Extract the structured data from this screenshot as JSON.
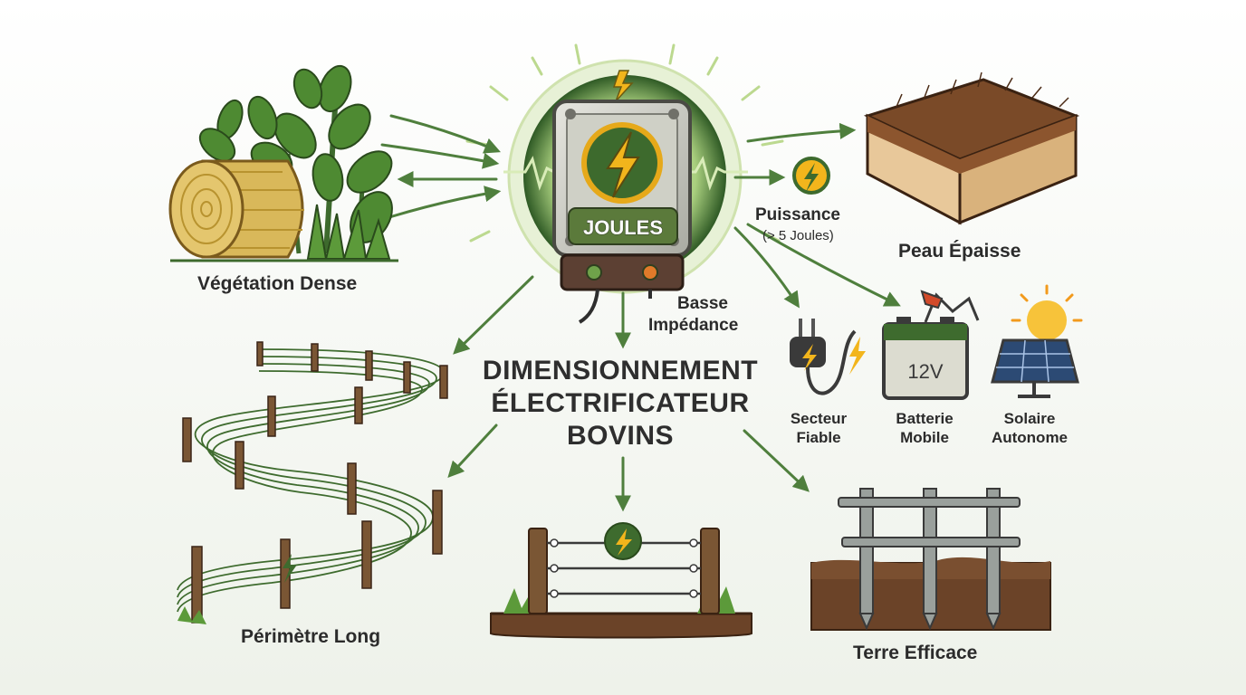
{
  "title": {
    "line1": "DIMENSIONNEMENT",
    "line2": "ÉLECTRIFICATEUR",
    "line3": "BOVINS"
  },
  "center": {
    "badge": "JOULES"
  },
  "factors": {
    "vegetation": "Végétation Dense",
    "skin": "Peau Épaisse",
    "power": "Puissance",
    "power_detail": "(> 5 Joules)",
    "impedance_line1": "Basse",
    "impedance_line2": "Impédance",
    "perimeter": "Périmètre Long",
    "earth": "Terre Efficace"
  },
  "power_sources": {
    "mains_line1": "Secteur",
    "mains_line2": "Fiable",
    "battery_line1": "Batterie",
    "battery_line2": "Mobile",
    "battery_badge": "12V",
    "solar_line1": "Solaire",
    "solar_line2": "Autonome"
  },
  "colors": {
    "arrow": "#4f7f3d",
    "accent_green": "#3e6b2e",
    "bolt": "#f2b51c",
    "soil": "#6b4328",
    "wood": "#7a5634"
  },
  "icons": [
    "energizer-icon",
    "lightning-bolt-icon",
    "hay-bale-icon",
    "plant-icon",
    "hide-icon",
    "fence-icon",
    "plug-icon",
    "battery-icon",
    "solar-panel-icon",
    "sun-icon",
    "ground-rod-icon"
  ]
}
